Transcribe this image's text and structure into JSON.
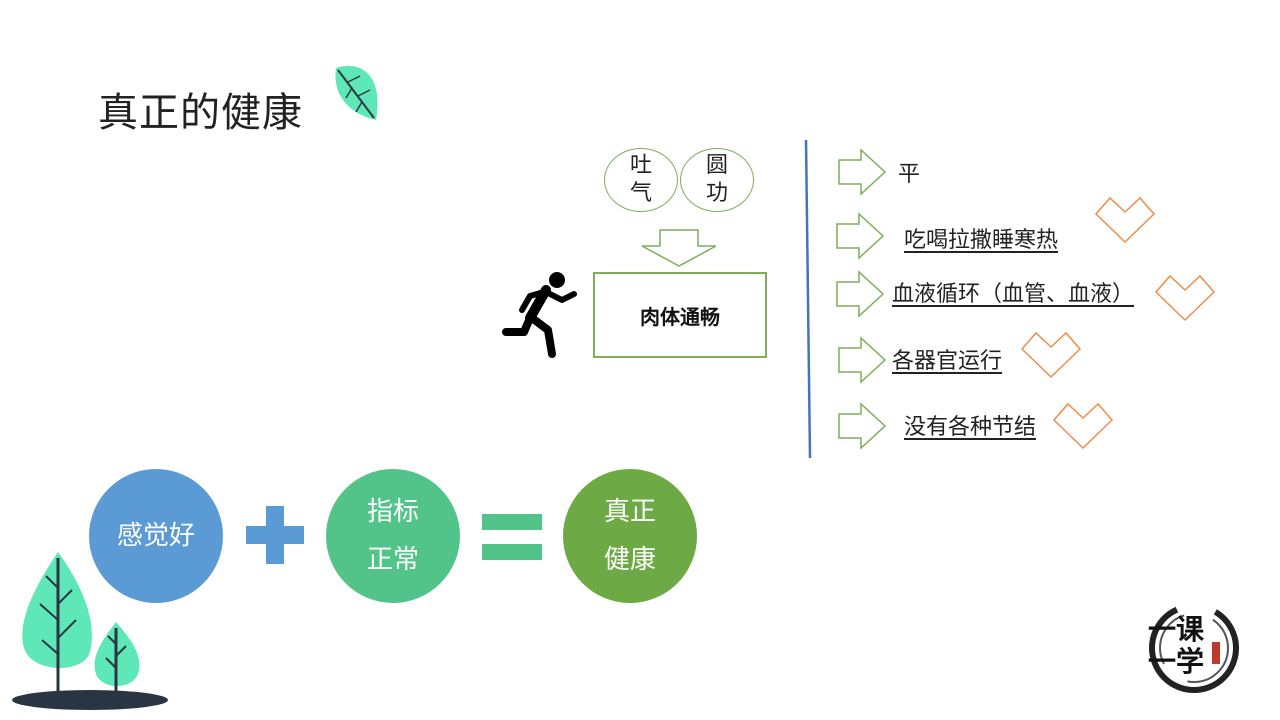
{
  "title": "真正的健康",
  "top_ovals": [
    "吐气",
    "圆功"
  ],
  "center_box": "肉体通畅",
  "list": [
    {
      "text": "平",
      "underline": false,
      "heart": false
    },
    {
      "text": "吃喝拉撒睡寒热",
      "underline": true,
      "heart": true
    },
    {
      "text": "血液循环（血管、血液）",
      "underline": true,
      "heart": true
    },
    {
      "text": "各器官运行",
      "underline": true,
      "heart": true
    },
    {
      "text": "没有各种节结",
      "underline": true,
      "heart": true
    }
  ],
  "equation": {
    "feel_good": "感觉好",
    "indicators": [
      "指标",
      "正常"
    ],
    "result": [
      "真正",
      "健康"
    ]
  },
  "logo_text": [
    "一课",
    "一学"
  ],
  "colors": {
    "green_outline": "#7fae5a",
    "blue_line": "#4472c4",
    "heart_orange": "#ed8d4a",
    "circle_blue": "#5b9bd5",
    "circle_green": "#52c48a",
    "circle_dark_green": "#6daa45",
    "leaf": "#5ee8b7"
  },
  "icons": [
    "leaf-icon",
    "runner-icon",
    "down-arrow-icon",
    "right-arrow-icon",
    "heart-icon",
    "plus-icon",
    "equals-icon",
    "tree-icon"
  ]
}
